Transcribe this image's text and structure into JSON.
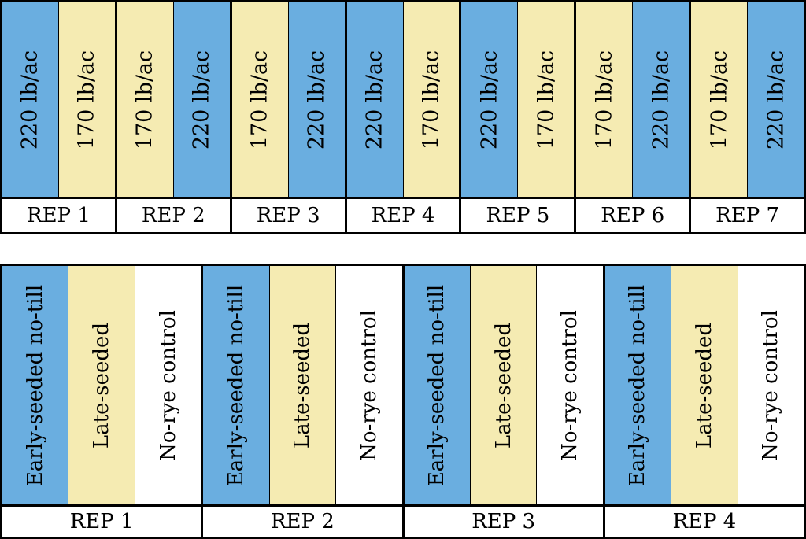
{
  "colors": {
    "blue": "#6aaee0",
    "yellow": "#f5ebb2",
    "white": "#ffffff"
  },
  "nitrogen_layout": {
    "reps": [
      {
        "label": "REP 1",
        "plots": [
          {
            "text": "220 lb/ac",
            "color": "blue"
          },
          {
            "text": "170 lb/ac",
            "color": "yellow"
          }
        ]
      },
      {
        "label": "REP 2",
        "plots": [
          {
            "text": "170 lb/ac",
            "color": "yellow"
          },
          {
            "text": "220 lb/ac",
            "color": "blue"
          }
        ]
      },
      {
        "label": "REP 3",
        "plots": [
          {
            "text": "170 lb/ac",
            "color": "yellow"
          },
          {
            "text": "220 lb/ac",
            "color": "blue"
          }
        ]
      },
      {
        "label": "REP 4",
        "plots": [
          {
            "text": "220 lb/ac",
            "color": "blue"
          },
          {
            "text": "170 lb/ac",
            "color": "yellow"
          }
        ]
      },
      {
        "label": "REP 5",
        "plots": [
          {
            "text": "220 lb/ac",
            "color": "blue"
          },
          {
            "text": "170 lb/ac",
            "color": "yellow"
          }
        ]
      },
      {
        "label": "REP 6",
        "plots": [
          {
            "text": "170 lb/ac",
            "color": "yellow"
          },
          {
            "text": "220 lb/ac",
            "color": "blue"
          }
        ]
      },
      {
        "label": "REP 7",
        "plots": [
          {
            "text": "170 lb/ac",
            "color": "yellow"
          },
          {
            "text": "220 lb/ac",
            "color": "blue"
          }
        ]
      }
    ]
  },
  "rye_layout": {
    "reps": [
      {
        "label": "REP 1",
        "plots": [
          {
            "text": "Early-seeded no-till",
            "color": "blue"
          },
          {
            "text": "Late-seeded",
            "color": "yellow"
          },
          {
            "text": "No-rye control",
            "color": "white"
          }
        ]
      },
      {
        "label": "REP 2",
        "plots": [
          {
            "text": "Early-seeded no-till",
            "color": "blue"
          },
          {
            "text": "Late-seeded",
            "color": "yellow"
          },
          {
            "text": "No-rye control",
            "color": "white"
          }
        ]
      },
      {
        "label": "REP 3",
        "plots": [
          {
            "text": "Early-seeded no-till",
            "color": "blue"
          },
          {
            "text": "Late-seeded",
            "color": "yellow"
          },
          {
            "text": "No-rye control",
            "color": "white"
          }
        ]
      },
      {
        "label": "REP 4",
        "plots": [
          {
            "text": "Early-seeded no-till",
            "color": "blue"
          },
          {
            "text": "Late-seeded",
            "color": "yellow"
          },
          {
            "text": "No-rye control",
            "color": "white"
          }
        ]
      }
    ]
  }
}
